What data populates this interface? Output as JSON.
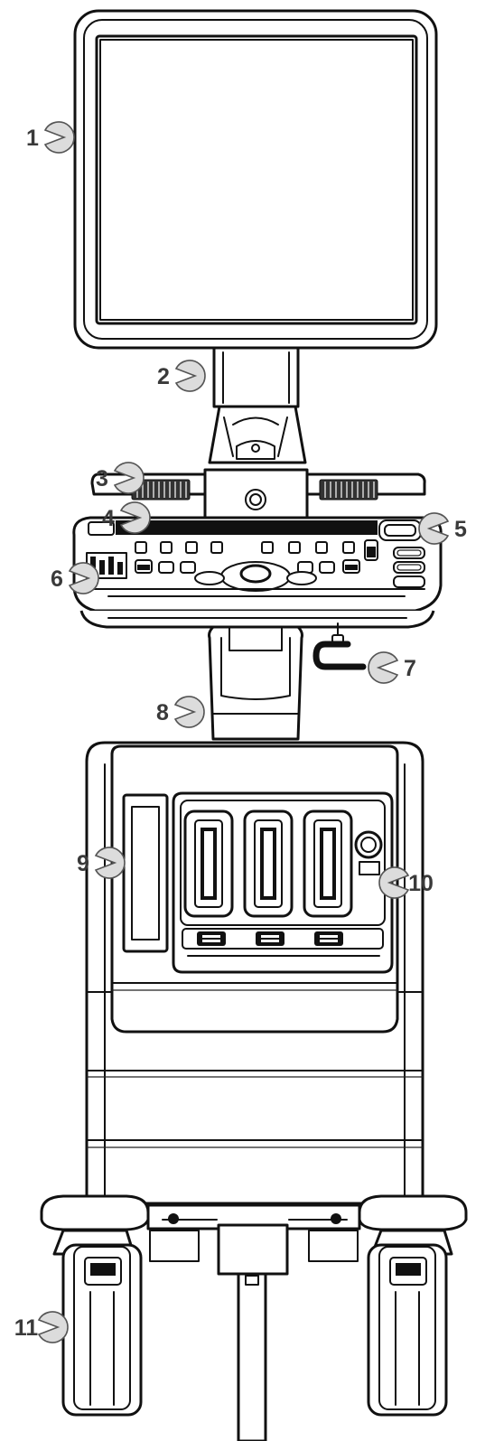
{
  "callouts": [
    {
      "number": "1",
      "direction": "right"
    },
    {
      "number": "2",
      "direction": "right"
    },
    {
      "number": "3",
      "direction": "right"
    },
    {
      "number": "4",
      "direction": "right"
    },
    {
      "number": "5",
      "direction": "left"
    },
    {
      "number": "6",
      "direction": "right"
    },
    {
      "number": "7",
      "direction": "left"
    },
    {
      "number": "8",
      "direction": "right"
    },
    {
      "number": "9",
      "direction": "right"
    },
    {
      "number": "10",
      "direction": "left"
    },
    {
      "number": "11",
      "direction": "right"
    }
  ],
  "colors": {
    "line": "#111111",
    "callout_fill": "#dcdcdc",
    "callout_text": "#3a3a3a",
    "background": "#ffffff"
  }
}
